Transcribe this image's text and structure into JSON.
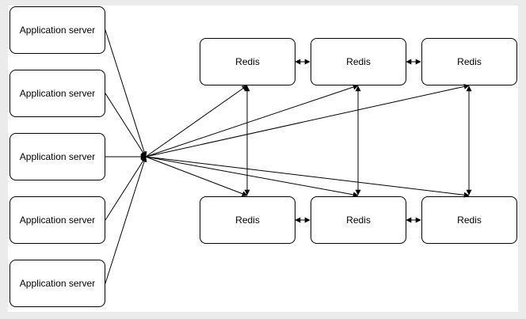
{
  "app_servers": [
    {
      "label": "Application server"
    },
    {
      "label": "Application server"
    },
    {
      "label": "Application server"
    },
    {
      "label": "Application server"
    },
    {
      "label": "Application server"
    }
  ],
  "redis_nodes": [
    {
      "label": "Redis"
    },
    {
      "label": "Redis"
    },
    {
      "label": "Redis"
    },
    {
      "label": "Redis"
    },
    {
      "label": "Redis"
    },
    {
      "label": "Redis"
    }
  ],
  "colors": {
    "background": "#ebebeb",
    "panel": "#ffffff",
    "stroke": "#000000"
  }
}
